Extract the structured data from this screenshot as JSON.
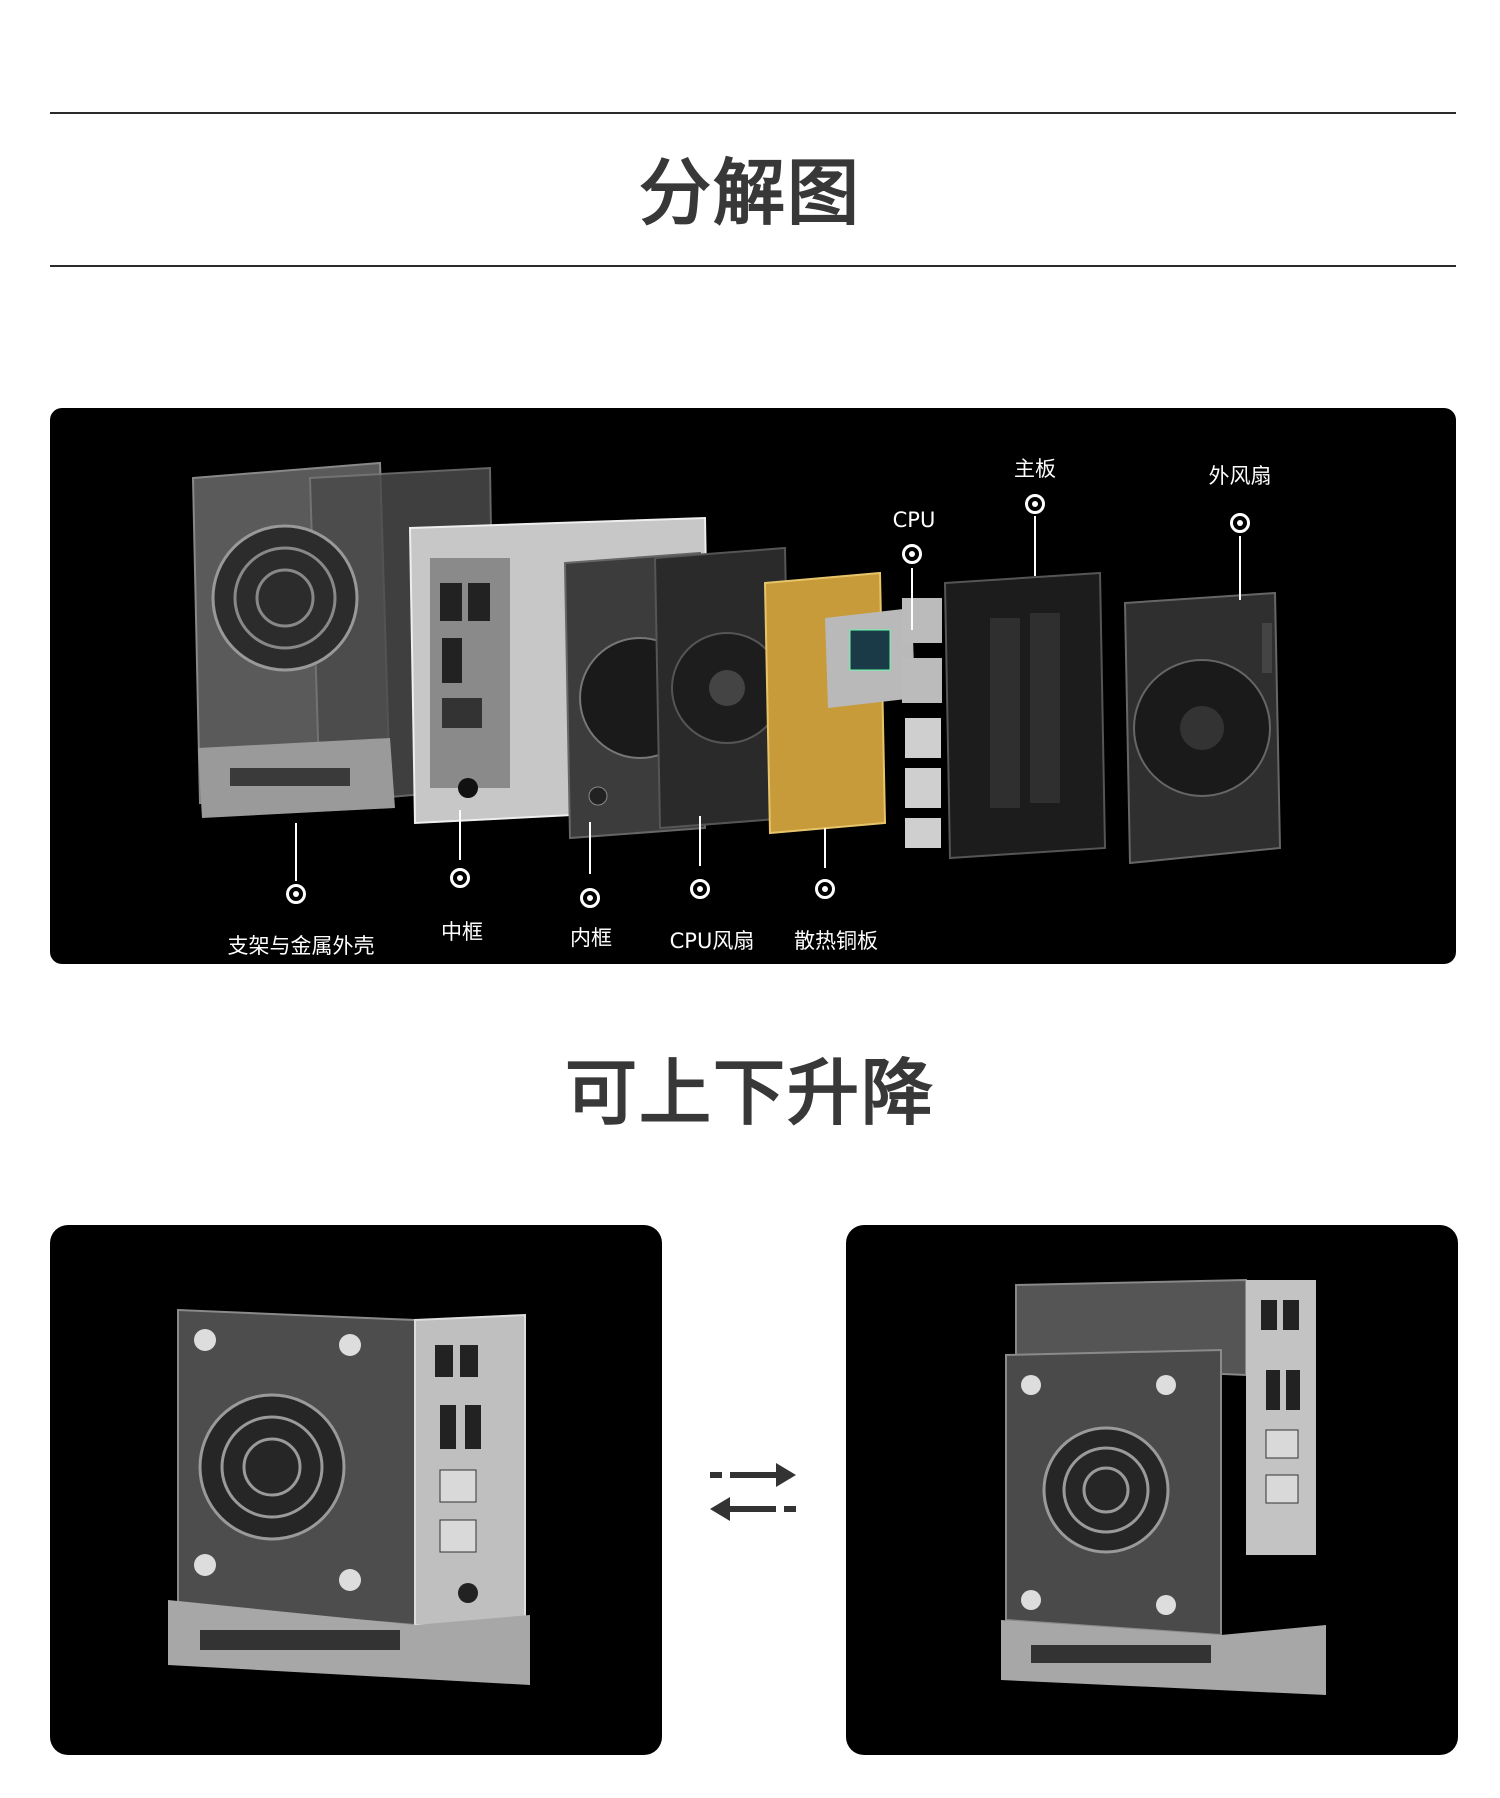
{
  "sections": {
    "exploded_title": "分解图",
    "lift_title": "可上下升降"
  },
  "exploded": {
    "parts": [
      {
        "id": "bracket-shell",
        "label": "支架与金属外壳"
      },
      {
        "id": "middle-frame",
        "label": "中框"
      },
      {
        "id": "inner-frame",
        "label": "内框"
      },
      {
        "id": "cpu-fan",
        "label": "CPU风扇"
      },
      {
        "id": "copper-plate",
        "label": "散热铜板"
      },
      {
        "id": "cpu",
        "label": "CPU"
      },
      {
        "id": "motherboard",
        "label": "主板"
      },
      {
        "id": "outer-fan",
        "label": "外风扇"
      }
    ]
  },
  "lift": {
    "swap_icon": "swap-arrows-icon"
  }
}
